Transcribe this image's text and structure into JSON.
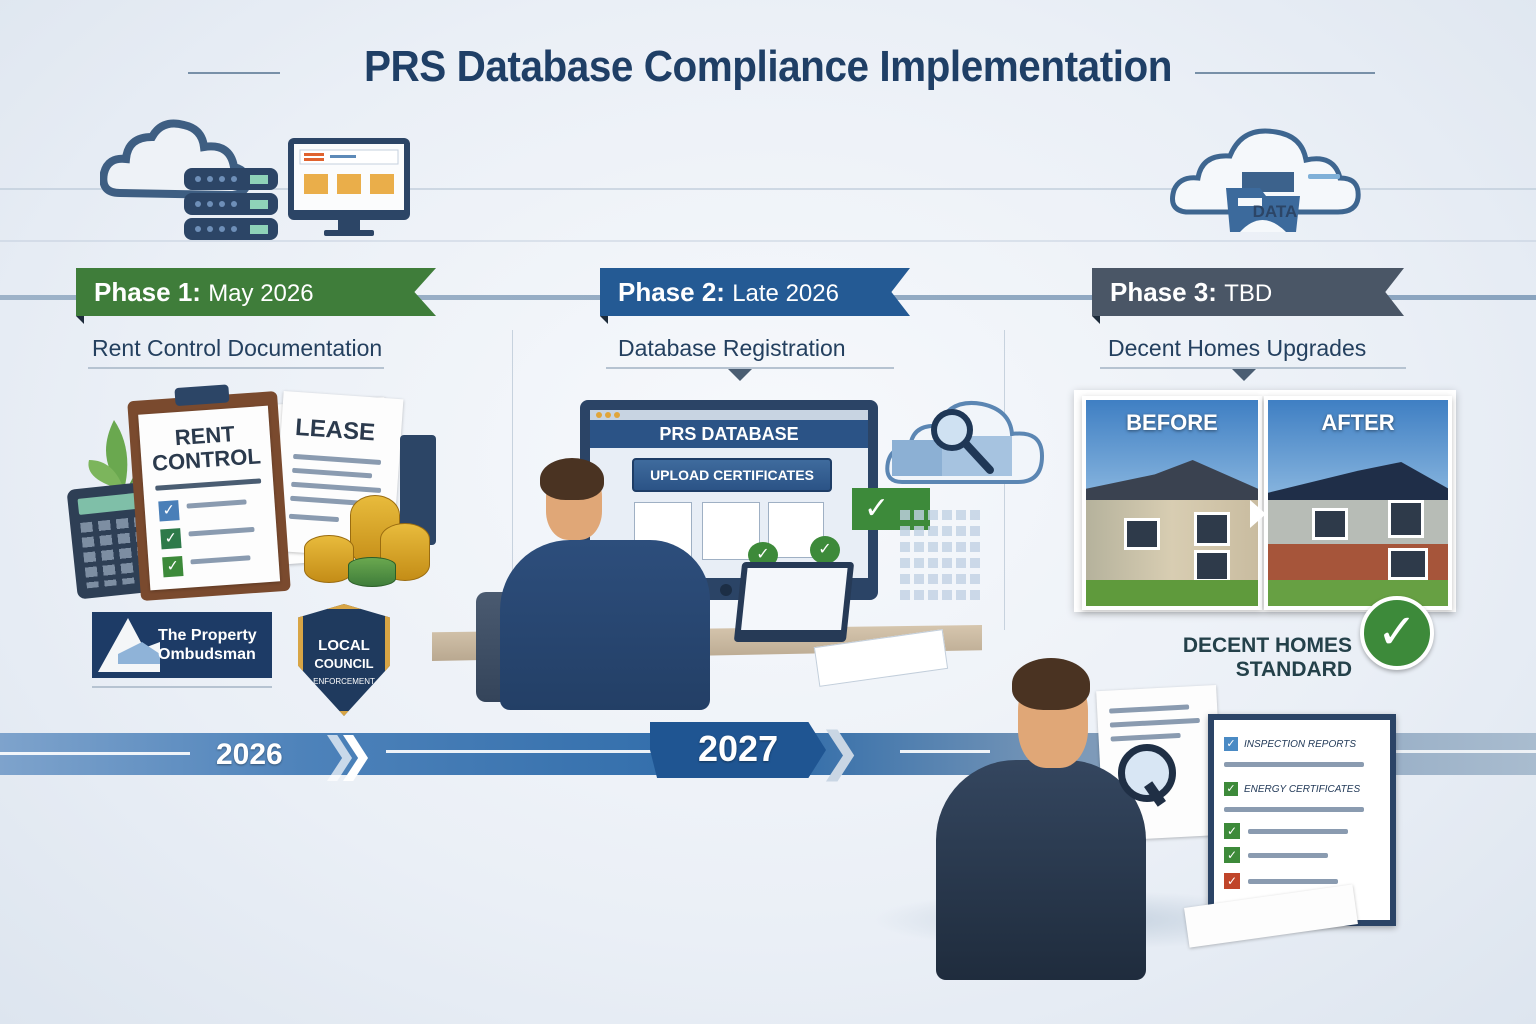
{
  "title": "PRS Database Compliance Implementation",
  "top_icons": {
    "left": [
      "cloud-icon",
      "server-stack-icon",
      "monitor-folders-icon"
    ],
    "right": {
      "icon": "cloud-data-folder-icon",
      "label": "DATA"
    }
  },
  "phases": [
    {
      "ribbon_label": "Phase 1:",
      "date": "May 2026",
      "subtitle": "Rent Control Documentation",
      "color": "#3f7d3a",
      "illustration": {
        "clipboard_title_line1": "RENT",
        "clipboard_title_line2": "CONTROL",
        "document_title": "LEASE"
      },
      "logos": {
        "ombudsman_line1": "The Property",
        "ombudsman_line2": "Ombudsman",
        "shield_line1": "LOCAL",
        "shield_line2": "COUNCIL",
        "shield_line3": "ENFORCEMENT"
      }
    },
    {
      "ribbon_label": "Phase 2:",
      "date": "Late 2026",
      "subtitle": "Database Registration",
      "color": "#245a94",
      "illustration": {
        "screen_header": "PRS DATABASE",
        "button_label": "UPLOAD CERTIFICATES"
      }
    },
    {
      "ribbon_label": "Phase 3:",
      "date": "TBD",
      "subtitle": "Decent Homes Upgrades",
      "color": "#4a5666",
      "illustration": {
        "before_label": "BEFORE",
        "after_label": "AFTER",
        "standard_line1": "DECENT HOMES",
        "standard_line2": "STANDARD",
        "checklist": [
          {
            "label": "INSPECTION REPORTS",
            "status": "checked-blue"
          },
          {
            "label": "ENERGY CERTIFICATES",
            "status": "checked-green"
          },
          {
            "label": "",
            "status": "checked-green"
          },
          {
            "label": "",
            "status": "checked-green"
          },
          {
            "label": "",
            "status": "checked-red"
          }
        ]
      }
    }
  ],
  "timeline": {
    "years": [
      "2026",
      "2027"
    ]
  },
  "colors": {
    "title": "#1f3f66",
    "phase1": "#3f7d3a",
    "phase2": "#245a94",
    "phase3": "#4a5666",
    "timeline": "#2d6aa8",
    "check_green": "#3d8a3a",
    "check_red": "#c0452a"
  }
}
